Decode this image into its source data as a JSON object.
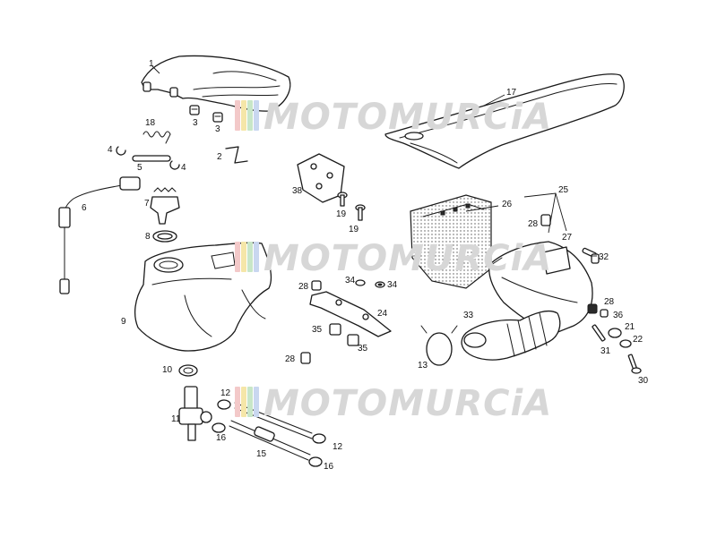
{
  "diagram": {
    "watermark": {
      "text": "MOTOMURCiA",
      "colors": [
        "#f3c9c9",
        "#f5e6a8",
        "#c8e6c8",
        "#c9d7f0",
        "#d8d8d8"
      ]
    },
    "callouts": [
      {
        "id": "c1",
        "label": "1"
      },
      {
        "id": "c2",
        "label": "2"
      },
      {
        "id": "c3a",
        "label": "3"
      },
      {
        "id": "c3b",
        "label": "3"
      },
      {
        "id": "c4a",
        "label": "4"
      },
      {
        "id": "c4b",
        "label": "4"
      },
      {
        "id": "c5",
        "label": "5"
      },
      {
        "id": "c6",
        "label": "6"
      },
      {
        "id": "c7",
        "label": "7"
      },
      {
        "id": "c8",
        "label": "8"
      },
      {
        "id": "c9",
        "label": "9"
      },
      {
        "id": "c10",
        "label": "10"
      },
      {
        "id": "c11",
        "label": "11"
      },
      {
        "id": "c12a",
        "label": "12"
      },
      {
        "id": "c12b",
        "label": "12"
      },
      {
        "id": "c13",
        "label": "13"
      },
      {
        "id": "c15",
        "label": "15"
      },
      {
        "id": "c16a",
        "label": "16"
      },
      {
        "id": "c16b",
        "label": "16"
      },
      {
        "id": "c17",
        "label": "17"
      },
      {
        "id": "c18",
        "label": "18"
      },
      {
        "id": "c19a",
        "label": "19"
      },
      {
        "id": "c19b",
        "label": "19"
      },
      {
        "id": "c21",
        "label": "21"
      },
      {
        "id": "c22",
        "label": "22"
      },
      {
        "id": "c24",
        "label": "24"
      },
      {
        "id": "c25",
        "label": "25"
      },
      {
        "id": "c26",
        "label": "26"
      },
      {
        "id": "c27",
        "label": "27"
      },
      {
        "id": "c28a",
        "label": "28"
      },
      {
        "id": "c28b",
        "label": "28"
      },
      {
        "id": "c28c",
        "label": "28"
      },
      {
        "id": "c28d",
        "label": "28"
      },
      {
        "id": "c30",
        "label": "30"
      },
      {
        "id": "c31",
        "label": "31"
      },
      {
        "id": "c32",
        "label": "32"
      },
      {
        "id": "c33",
        "label": "33"
      },
      {
        "id": "c34a",
        "label": "34"
      },
      {
        "id": "c34b",
        "label": "34"
      },
      {
        "id": "c35a",
        "label": "35"
      },
      {
        "id": "c35b",
        "label": "35"
      },
      {
        "id": "c36",
        "label": "36"
      },
      {
        "id": "c38",
        "label": "38"
      }
    ]
  }
}
